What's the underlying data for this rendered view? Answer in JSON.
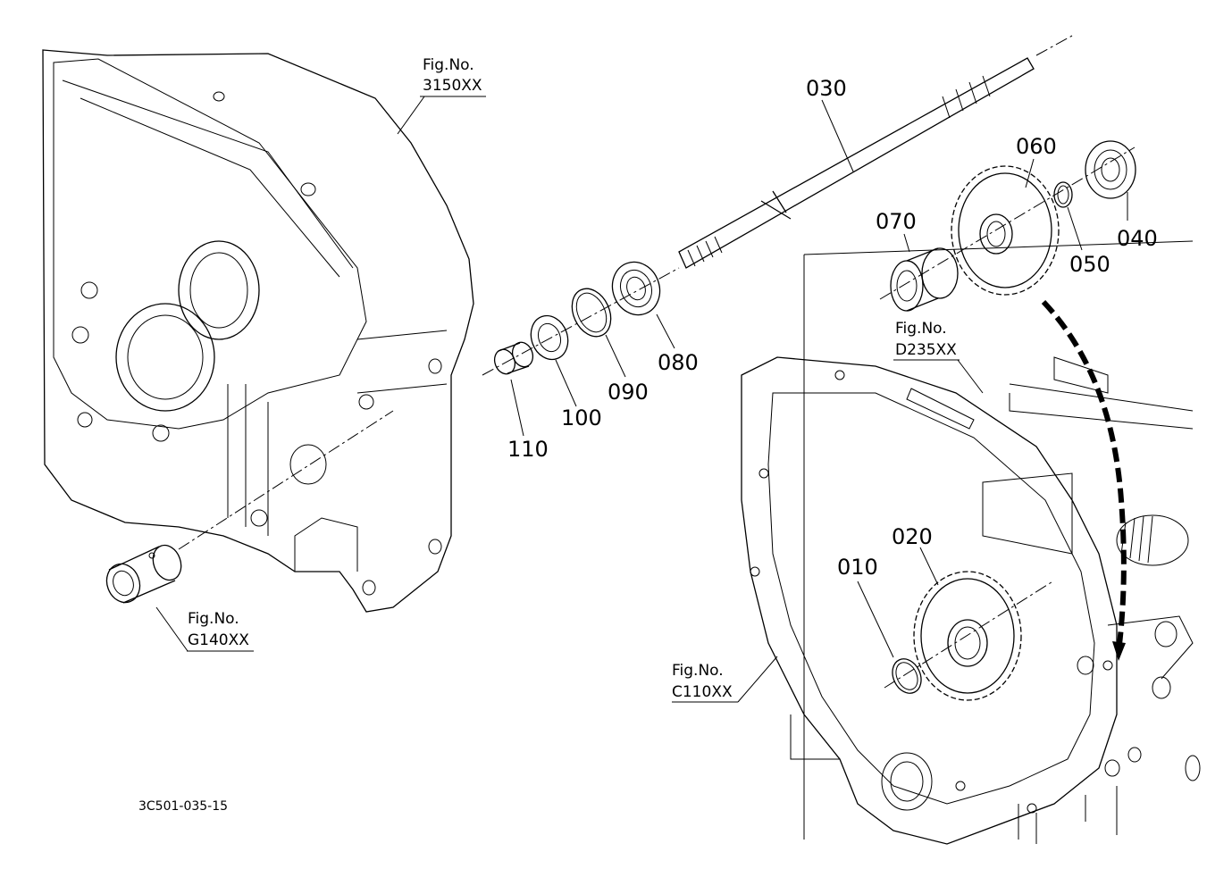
{
  "diagram_code": "3C501-035-15",
  "parts": [
    {
      "id": "p010",
      "number": "010"
    },
    {
      "id": "p020",
      "number": "020"
    },
    {
      "id": "p030",
      "number": "030"
    },
    {
      "id": "p040",
      "number": "040"
    },
    {
      "id": "p050",
      "number": "050"
    },
    {
      "id": "p060",
      "number": "060"
    },
    {
      "id": "p070",
      "number": "070"
    },
    {
      "id": "p080",
      "number": "080"
    },
    {
      "id": "p090",
      "number": "090"
    },
    {
      "id": "p100",
      "number": "100"
    },
    {
      "id": "p110",
      "number": "110"
    }
  ],
  "figure_refs": [
    {
      "label": "Fig.No.",
      "code": "3150XX"
    },
    {
      "label": "Fig.No.",
      "code": "D235XX"
    },
    {
      "label": "Fig.No.",
      "code": "G140XX"
    },
    {
      "label": "Fig.No.",
      "code": "C110XX"
    }
  ]
}
